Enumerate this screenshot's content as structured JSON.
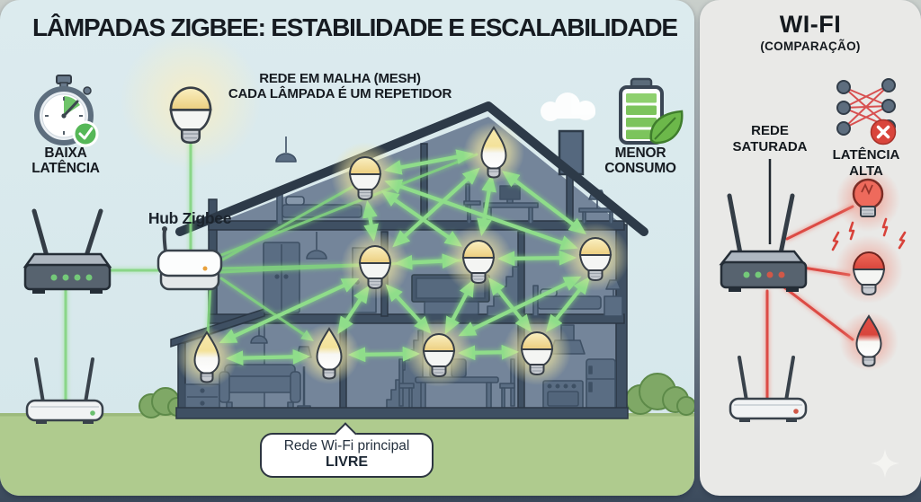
{
  "page": {
    "background_top": "#c9cfcb",
    "background_bottom": "#3b4a5c"
  },
  "zigbee_panel": {
    "title": "LÂMPADAS ZIGBEE: ESTABILIDADE E ESCALABILIDADE",
    "mesh_note_line1": "REDE EM MALHA (MESH)",
    "mesh_note_line2": "CADA LÂMPADA É UM REPETIDOR",
    "latency_badge": {
      "line1": "BAIXA",
      "line2": "LATÊNCIA",
      "icon": "stopwatch-check-icon"
    },
    "consumption_badge": {
      "line1": "MENOR",
      "line2": "CONSUMO",
      "icon": "battery-leaf-icon"
    },
    "hub_label": "Hub Zigbee",
    "wifi_bubble": {
      "line1": "Rede Wi-Fi principal",
      "line2": "LIVRE"
    },
    "colors": {
      "mesh_link": "#8fdd8a",
      "sky": "#dcebee",
      "grass": "#afcb8e",
      "house": "#74859a"
    }
  },
  "wifi_panel": {
    "title": "WI-FI",
    "subtitle": "(COMPARAÇÃO)",
    "saturated_label": {
      "line1": "REDE",
      "line2": "SATURADA"
    },
    "latency_label": {
      "line1": "LATÊNCIA",
      "line2": "ALTA"
    },
    "icons": [
      "crossed-network-icon",
      "error-x-icon",
      "router-icon",
      "red-bulb-icon",
      "sparkle-icon"
    ],
    "colors": {
      "link": "#dc4b44",
      "background": "#e9e9e7"
    }
  }
}
